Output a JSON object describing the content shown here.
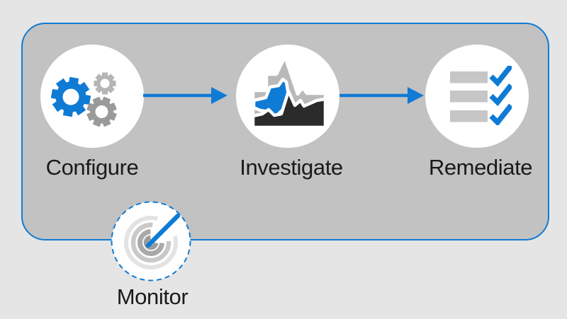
{
  "flow": {
    "steps": [
      {
        "label": "Configure",
        "icon": "gears-icon"
      },
      {
        "label": "Investigate",
        "icon": "area-chart-icon"
      },
      {
        "label": "Remediate",
        "icon": "checklist-icon"
      }
    ],
    "monitor": {
      "label": "Monitor",
      "icon": "gauge-icon"
    },
    "connectors": [
      {
        "from": "Configure",
        "to": "Investigate",
        "type": "arrow-right"
      },
      {
        "from": "Investigate",
        "to": "Remediate",
        "type": "arrow-right"
      }
    ]
  },
  "colors": {
    "accent_blue": "#0f7bd4",
    "page_background": "#e5e5e5",
    "panel_fill": "#c2c2c2",
    "node_fill": "#ffffff",
    "label_text": "#1a1a1a",
    "chart_black": "#2b2b2b",
    "chart_gray": "#b9b9b9",
    "gear_light_gray": "#b5b5b5",
    "gear_mid_gray": "#9a9a9a",
    "list_bar_gray": "#c6c6c6",
    "gauge_arc_outer": "#e3e3e3",
    "gauge_arc_middle": "#c9c9c9",
    "gauge_arc_inner": "#a9a9a9",
    "gauge_hub": "#9b9b9b"
  }
}
